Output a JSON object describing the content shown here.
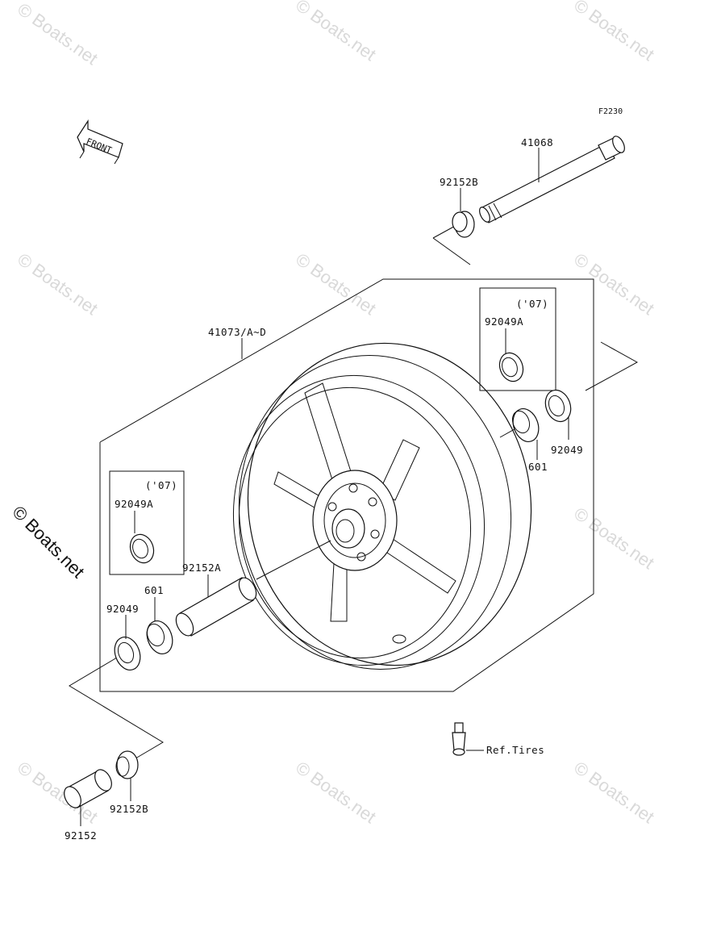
{
  "diagram": {
    "figure_code": "F2230",
    "front_arrow_label": "FRONT",
    "watermark": "© Boats.net",
    "side_watermark": "© Boats.net",
    "ref_text": "Ref.Tires",
    "parts": {
      "axle": "41068",
      "collar_top": "92152B",
      "wheel": "41073/A~D",
      "year_note_right": "('07)",
      "seal_right_boxed": "92049A",
      "bearing_right": "601",
      "seal_right": "92049",
      "year_note_left": "('07)",
      "seal_left_boxed": "92049A",
      "spacer": "92152A",
      "bearing_left": "601",
      "seal_left": "92049",
      "collar_bottom_b": "92152B",
      "collar_bottom": "92152"
    }
  }
}
